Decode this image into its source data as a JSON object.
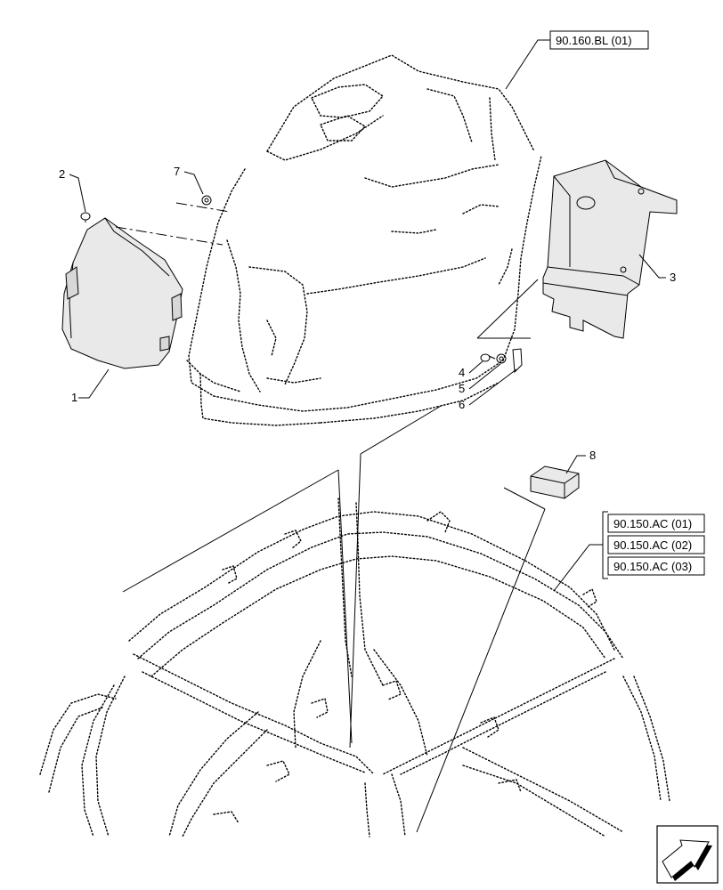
{
  "callouts": [
    {
      "id": "1",
      "label": "1"
    },
    {
      "id": "2",
      "label": "2"
    },
    {
      "id": "3",
      "label": "3"
    },
    {
      "id": "4",
      "label": "4"
    },
    {
      "id": "5",
      "label": "5"
    },
    {
      "id": "6",
      "label": "6"
    },
    {
      "id": "7",
      "label": "7"
    },
    {
      "id": "8",
      "label": "8"
    }
  ],
  "references": {
    "top": "90.160.BL (01)",
    "group": [
      "90.150.AC (01)",
      "90.150.AC (02)",
      "90.150.AC (03)"
    ]
  },
  "icons": {
    "nav": "next-page-arrow-icon"
  }
}
